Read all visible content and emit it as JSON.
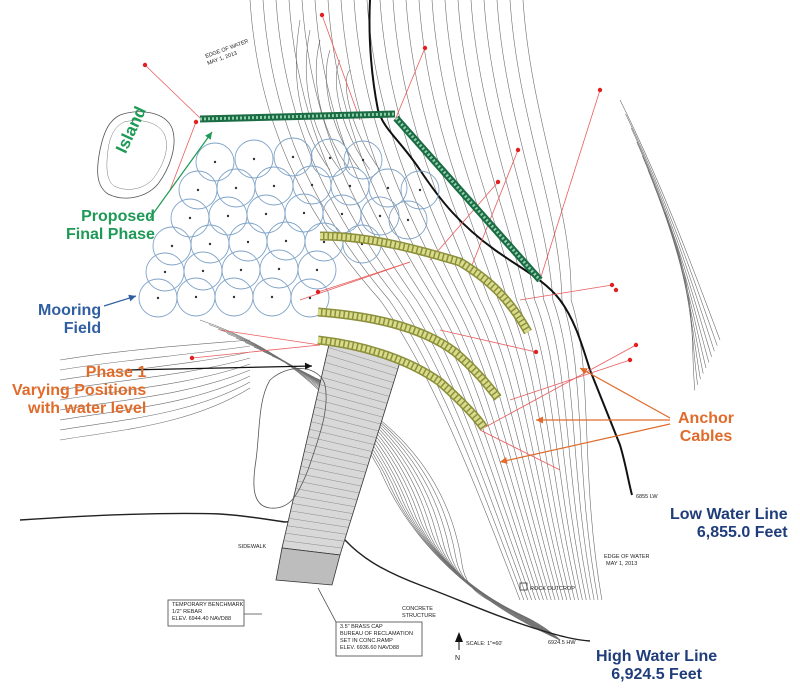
{
  "colors": {
    "green": "#1e9a56",
    "blue": "#2f5fa0",
    "orange": "#e06b2a",
    "navy": "#1f3d7a",
    "mooring": "#7fa3c7",
    "cable": "#ea5d5d",
    "dock_fill": "#d9dc8a"
  },
  "labels": {
    "island": "Island",
    "proposed_final_phase": [
      "Proposed",
      "Final Phase"
    ],
    "mooring_field": [
      "Mooring",
      "Field"
    ],
    "phase1": [
      "Phase 1",
      "Varying Positions",
      "with water level"
    ],
    "anchor_cables": [
      "Anchor",
      "Cables"
    ],
    "low_water_line": [
      "Low Water Line",
      "6,855.0 Feet"
    ],
    "high_water_line": [
      "High Water Line",
      "6,924.5 Feet"
    ]
  },
  "plan_text": {
    "temporary_benchmark": [
      "TEMPORARY BENCHMARK",
      "1/2\" REBAR",
      "ELEV. 6944.40 NAVD88"
    ],
    "brass_cap": [
      "3.5\" BRASS CAP",
      "BUREAU OF RECLAMATION",
      "SET IN CONC.RAMP",
      "ELEV. 6936.60 NAVD88"
    ],
    "sidewalk": "SIDEWALK",
    "concrete_structure": [
      "CONCRETE",
      "STRUCTURE"
    ],
    "rock_outcrop": "ROCK OUTCROP",
    "scale": "SCALE: 1\"=60'",
    "north": "N",
    "low_tag": "6855 LW",
    "high_tag": "6924.5 HW",
    "edge_of_water": [
      "EDGE OF WATER",
      "MAY 1, 2013"
    ]
  }
}
